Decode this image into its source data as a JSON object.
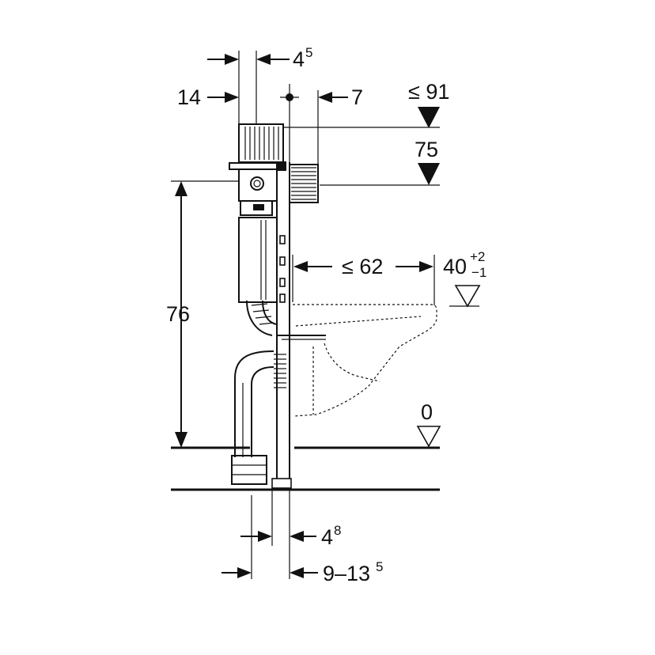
{
  "dimensions": {
    "d_4_5": {
      "main": "4",
      "sup": "5"
    },
    "d_14": "14",
    "d_7": "7",
    "d_le91": "≤ 91",
    "d_75": "75",
    "d_76": "76",
    "d_le62": "≤ 62",
    "d_40": {
      "main": "40",
      "sup": "+2",
      "sub": "−1"
    },
    "d_0": "0",
    "d_4_8": {
      "main": "4",
      "sup": "8"
    },
    "d_9_13_5": {
      "main": "9–13",
      "sup": "5"
    }
  },
  "colors": {
    "ink": "#111111",
    "background": "#ffffff"
  }
}
